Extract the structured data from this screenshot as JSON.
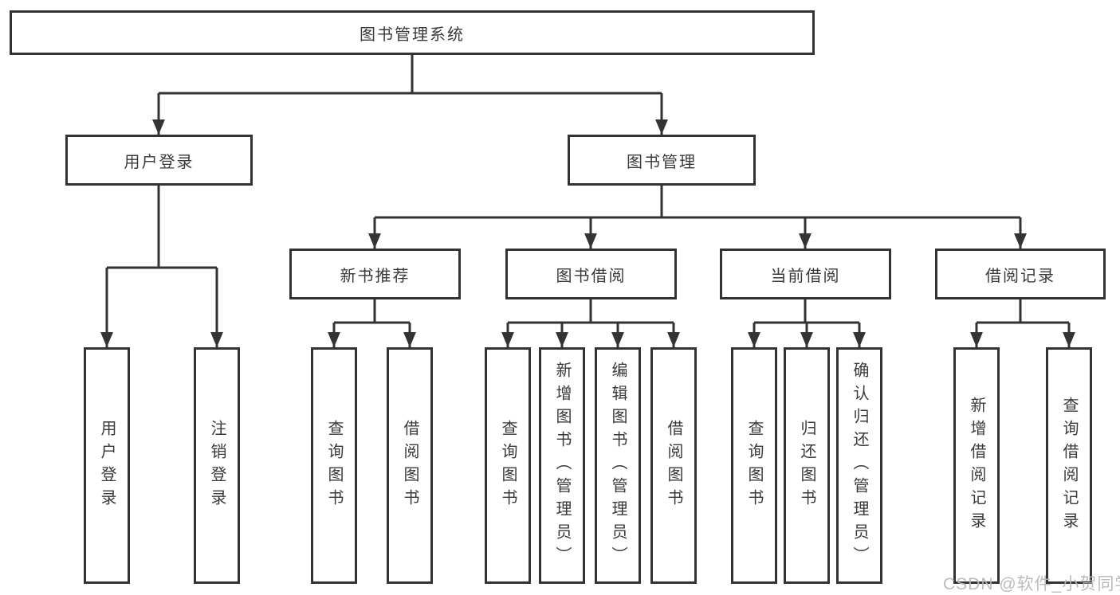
{
  "diagram": {
    "title": "图书管理系统",
    "level2": [
      {
        "id": "user-login",
        "label": "用户登录"
      },
      {
        "id": "book-management",
        "label": "图书管理"
      }
    ],
    "level3": [
      {
        "id": "new-book-recommend",
        "label": "新书推荐"
      },
      {
        "id": "book-borrowing",
        "label": "图书借阅"
      },
      {
        "id": "current-borrowing",
        "label": "当前借阅"
      },
      {
        "id": "borrowing-records",
        "label": "借阅记录"
      }
    ],
    "leaves": [
      {
        "id": "user-login-action",
        "label": "用户登录"
      },
      {
        "id": "logout-action",
        "label": "注销登录"
      },
      {
        "id": "query-books-recommend",
        "label": "查询图书"
      },
      {
        "id": "borrow-books-recommend",
        "label": "借阅图书"
      },
      {
        "id": "query-books-borrowing",
        "label": "查询图书"
      },
      {
        "id": "add-books-admin",
        "label": "新增图书（管理员）"
      },
      {
        "id": "edit-books-admin",
        "label": "编辑图书（管理员）"
      },
      {
        "id": "borrow-books-borrowing",
        "label": "借阅图书"
      },
      {
        "id": "query-books-current",
        "label": "查询图书"
      },
      {
        "id": "return-books",
        "label": "归还图书"
      },
      {
        "id": "confirm-return-admin",
        "label": "确认归还（管理员）"
      },
      {
        "id": "add-borrow-record",
        "label": "新增借阅记录"
      },
      {
        "id": "query-borrow-record",
        "label": "查询借阅记录"
      }
    ]
  },
  "watermark": {
    "text": "CSDN @软件_小贺同学"
  },
  "colors": {
    "line": "#333333",
    "text": "#3a3a3a",
    "background": "#ffffff",
    "watermark": "#b7b7b7"
  }
}
